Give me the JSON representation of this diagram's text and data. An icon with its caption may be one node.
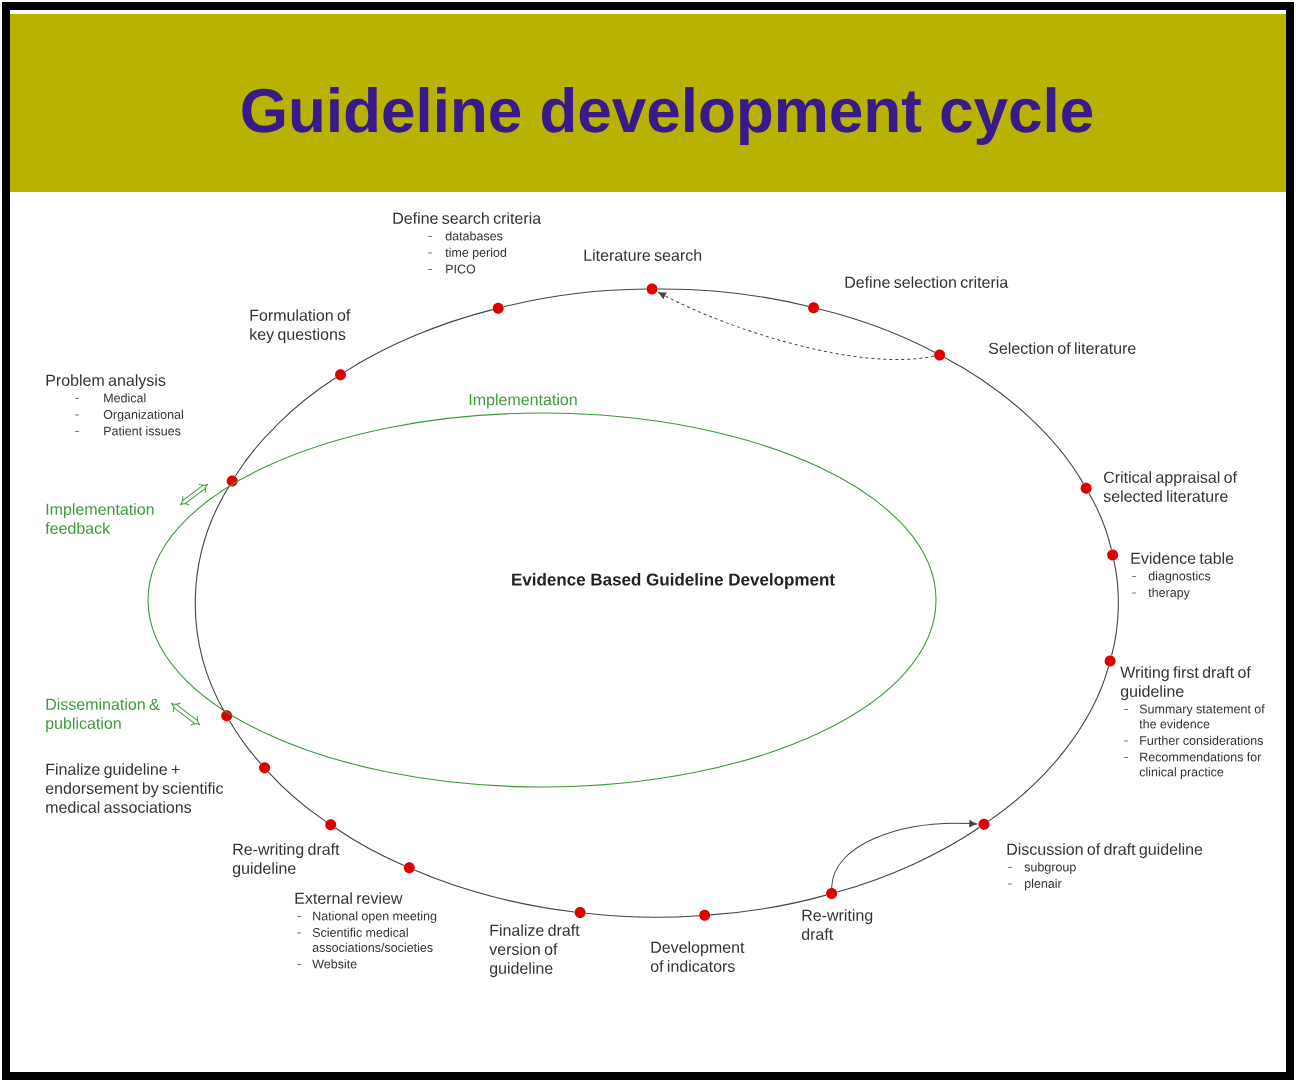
{
  "diagram": {
    "title": "Guideline development cycle",
    "nodes": [
      {
        "text": [
          "Problem analysis",
          "Medical",
          "Organizational",
          "Patient issues"
        ]
      },
      {
        "text": [
          "Formulation of key questions"
        ]
      },
      {
        "text": [
          "Define search criteria",
          "databases",
          "time period",
          "PICO"
        ]
      },
      {
        "text": [
          "Literature search"
        ]
      },
      {
        "text": [
          "Define selection criteria"
        ]
      },
      {
        "text": [
          "Selection of literature"
        ]
      },
      {
        "text": [
          "Critical appraisal of selected literature"
        ]
      },
      {
        "text": [
          "Evidence table",
          "diagnostics",
          "therapy"
        ]
      },
      {
        "text": [
          "Writing first draft of guideline",
          "Summary statement of the evidence",
          "Further considerations",
          "Recommendations for clinical practice"
        ]
      },
      {
        "text": [
          "Discussion of draft guideline",
          "subgroup",
          "plenair"
        ]
      },
      {
        "text": [
          "Re-writing draft"
        ]
      },
      {
        "text": [
          "Development of indicators"
        ]
      },
      {
        "text": [
          "Finalize draft version of guideline"
        ]
      },
      {
        "text": [
          "External review",
          "National open meeting",
          "Scientific medical associations/societies",
          "Website"
        ]
      },
      {
        "text": [
          "Re-writing draft guideline"
        ]
      },
      {
        "text": [
          "Finalize guideline + endorsement by scientific medical associations"
        ]
      },
      {
        "text": [],
        "shape": "circle"
      }
    ],
    "edges": [
      {
        "from": 0,
        "to": 1,
        "arrow": "none"
      },
      {
        "from": 1,
        "to": 2,
        "arrow": "none"
      },
      {
        "from": 2,
        "to": 3,
        "arrow": "none"
      },
      {
        "from": 3,
        "to": 4,
        "arrow": "none"
      },
      {
        "from": 4,
        "to": 5,
        "arrow": "none"
      },
      {
        "from": 5,
        "to": 6,
        "arrow": "none"
      },
      {
        "from": 6,
        "to": 7,
        "arrow": "none"
      },
      {
        "from": 7,
        "to": 8,
        "arrow": "none"
      },
      {
        "from": 8,
        "to": 9,
        "arrow": "none"
      },
      {
        "from": 9,
        "to": 10,
        "arrow": "none"
      },
      {
        "from": 10,
        "to": 11,
        "arrow": "none"
      },
      {
        "from": 11,
        "to": 12,
        "arrow": "none"
      },
      {
        "from": 12,
        "to": 13,
        "arrow": "none"
      },
      {
        "from": 13,
        "to": 14,
        "arrow": "none"
      },
      {
        "from": 14,
        "to": 15,
        "arrow": "none"
      },
      {
        "from": 15,
        "to": 16,
        "arrow": "none"
      },
      {
        "from": 16,
        "to": 0,
        "arrow": "none"
      },
      {
        "from": 5,
        "to": 3,
        "arrow": "to",
        "style": "dashed"
      },
      {
        "from": 10,
        "to": 9,
        "arrow": "to"
      }
    ],
    "labels": [
      "Implementation",
      "Implementation feedback",
      "Evidence Based Guideline Development",
      "Dissemination & publication"
    ]
  }
}
